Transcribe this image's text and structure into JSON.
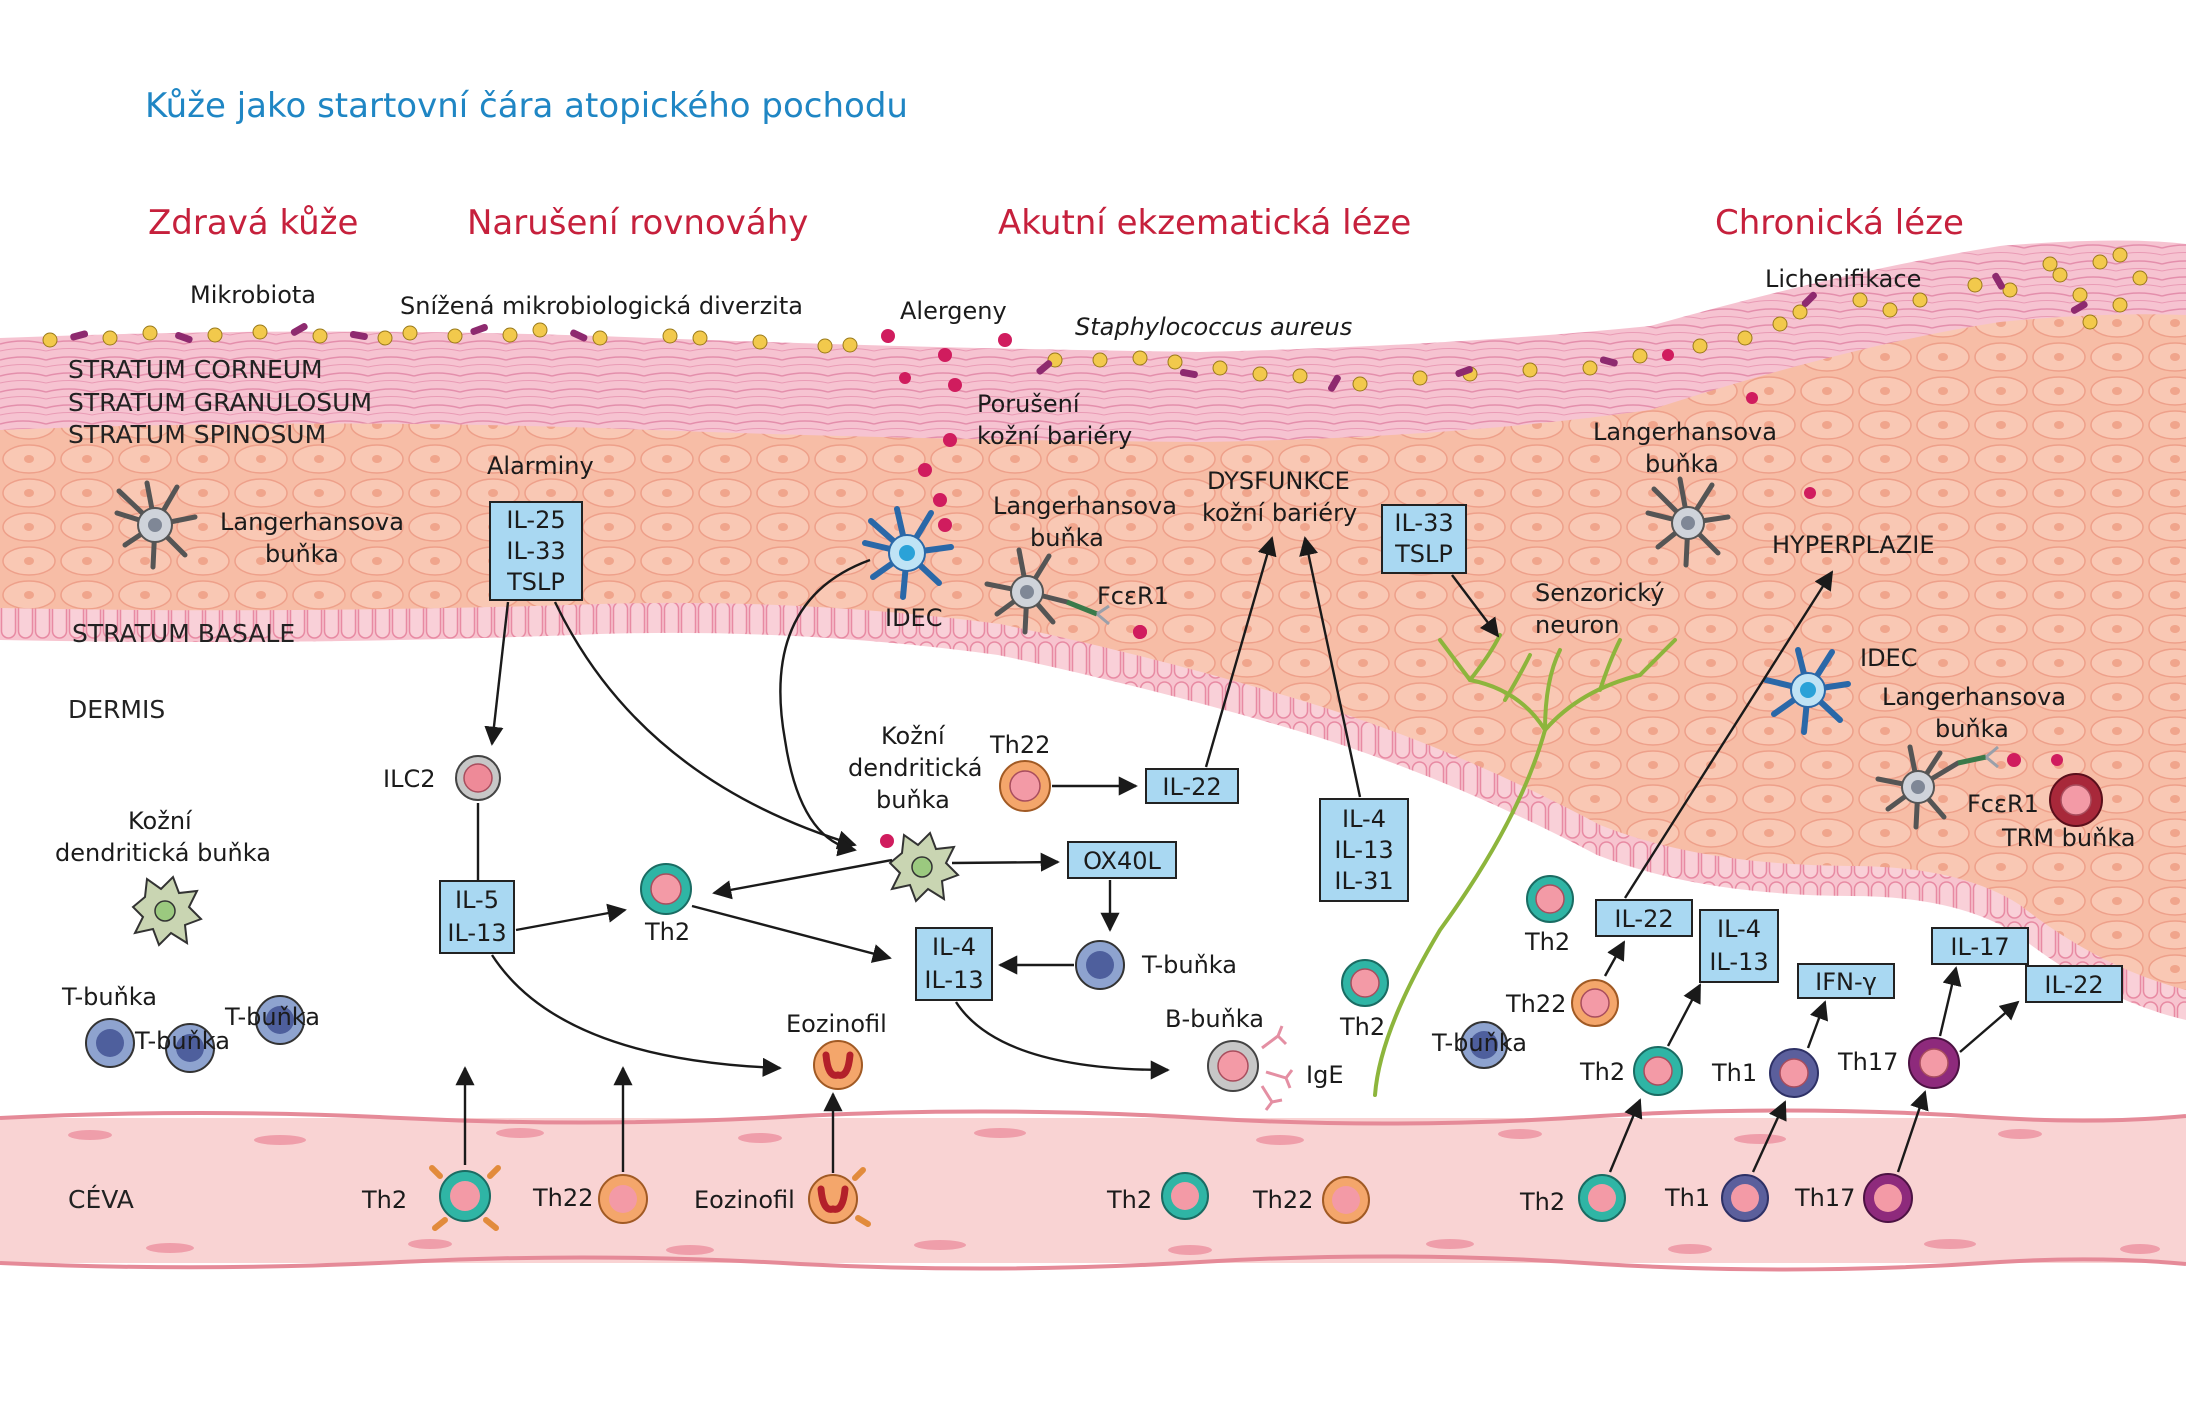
{
  "title": "Kůže jako startovní čára atopického pochodu",
  "stages": {
    "healthy": "Zdravá kůže",
    "imbalance": "Narušení rovnováhy",
    "acute": "Akutní ekzematická léze",
    "chronic": "Chronická léze"
  },
  "layers": {
    "corneum": "STRATUM CORNEUM",
    "granulosum": "STRATUM GRANULOSUM",
    "spinosum": "STRATUM SPINOSUM",
    "basale": "STRATUM BASALE",
    "dermis": "DERMIS",
    "vessel": "CÉVA"
  },
  "labels": {
    "microbiota": "Mikrobiota",
    "reduced_diversity": "Snížená mikrobiologická diverzita",
    "allergens": "Alergeny",
    "staph": "Staphylococcus aureus",
    "lichenification": "Lichenifikace",
    "barrier_break_1": "Porušení",
    "barrier_break_2": "kožní bariéry",
    "langerhans_1": "Langerhansova",
    "langerhans_2": "buňka",
    "alarmins": "Alarminy",
    "idec": "IDEC",
    "fcer1": "FcεR1",
    "dysfunction_1": "DYSFUNKCE",
    "dysfunction_2": "kožní bariéry",
    "sensory_1": "Senzorický",
    "sensory_2": "neuron",
    "hyperplasia": "HYPERPLAZIE",
    "dermal_dc_1": "Kožní",
    "dermal_dc_2": "dendritická buňka",
    "dermal_dc_mid_1": "Kožní",
    "dermal_dc_mid_2": "dendritická",
    "dermal_dc_mid_3": "buňka",
    "tcell": "T-buňka",
    "ilc2": "ILC2",
    "th2": "Th2",
    "th22": "Th22",
    "th1": "Th1",
    "th17": "Th17",
    "eosinophil": "Eozinofil",
    "bcell": "B-buňka",
    "ige": "IgE",
    "trm": "TRM buňka"
  },
  "boxes": {
    "alarmins": [
      "IL-25",
      "IL-33",
      "TSLP"
    ],
    "il5": [
      "IL-5",
      "IL-13"
    ],
    "il22_mid": [
      "IL-22"
    ],
    "ox40l": [
      "OX40L"
    ],
    "il4_mid": [
      "IL-4",
      "IL-13"
    ],
    "il4_acute": [
      "IL-4",
      "IL-13",
      "IL-31"
    ],
    "il33_tslp": [
      "IL-33",
      "TSLP"
    ],
    "il22_chronic": [
      "IL-22"
    ],
    "il4_chronic": [
      "IL-4",
      "IL-13"
    ],
    "ifng": [
      "IFN-γ"
    ],
    "il17": [
      "IL-17"
    ],
    "il22_right": [
      "IL-22"
    ]
  },
  "colors": {
    "title_blue": "#1f86c4",
    "stage_red": "#c6203c",
    "box_fill": "#a9d8f2",
    "skin_pink": "#f6b9a3",
    "corneum_pink": "#f2b6c8",
    "vessel_pink": "#f7c9c9"
  }
}
